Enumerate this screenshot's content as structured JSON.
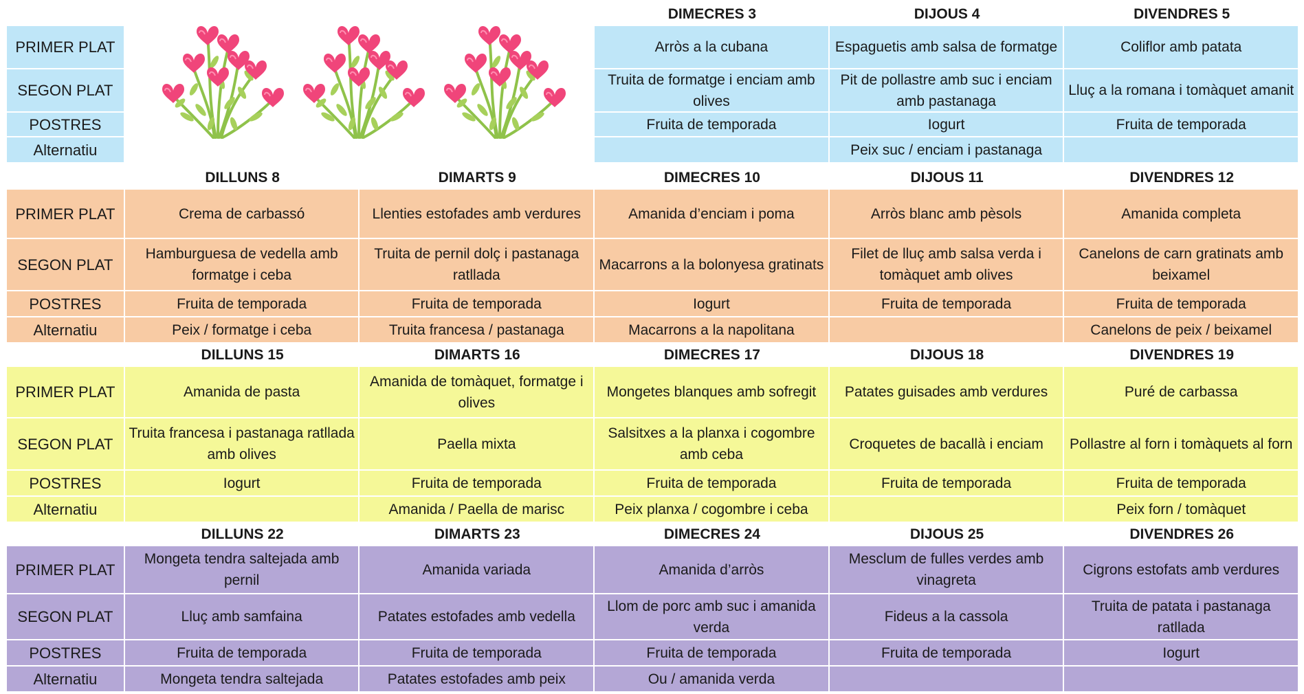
{
  "labels": {
    "primer": "PRIMER PLAT",
    "segon": "SEGON PLAT",
    "postres": "POSTRES",
    "alt": "Alternatiu"
  },
  "colors": {
    "week1": "#bfe6f8",
    "week2": "#f8cba4",
    "week3": "#f5f898",
    "week4": "#b4a7d6"
  },
  "weeks": [
    {
      "days": [
        {
          "day": "",
          "primer": "",
          "segon": "",
          "postres": "",
          "alt": ""
        },
        {
          "day": "",
          "primer": "",
          "segon": "",
          "postres": "",
          "alt": ""
        },
        {
          "day": "DIMECRES 3",
          "primer": "Arròs a la cubana",
          "segon": "Truita de formatge i enciam amb olives",
          "postres": "Fruita de temporada",
          "alt": ""
        },
        {
          "day": "DIJOUS 4",
          "primer": "Espaguetis amb salsa de formatge",
          "segon": "Pit de pollastre amb suc i enciam amb pastanaga",
          "postres": "Iogurt",
          "alt": "Peix suc / enciam i pastanaga"
        },
        {
          "day": "DIVENDRES 5",
          "primer": "Coliflor amb patata",
          "segon": "Lluç a la romana i tomàquet amanit",
          "postres": "Fruita de temporada",
          "alt": ""
        }
      ]
    },
    {
      "days": [
        {
          "day": "DILLUNS 8",
          "primer": "Crema de carbassó",
          "segon": "Hamburguesa de vedella amb formatge i ceba",
          "postres": "Fruita de temporada",
          "alt": "Peix / formatge i ceba"
        },
        {
          "day": "DIMARTS 9",
          "primer": "Llenties estofades amb verdures",
          "segon": "Truita de pernil dolç i pastanaga ratllada",
          "postres": "Fruita de temporada",
          "alt": "Truita francesa / pastanaga"
        },
        {
          "day": "DIMECRES 10",
          "primer": "Amanida d’enciam i poma",
          "segon": "Macarrons a la bolonyesa gratinats",
          "postres": "Iogurt",
          "alt": "Macarrons a la napolitana"
        },
        {
          "day": "DIJOUS 11",
          "primer": "Arròs blanc amb pèsols",
          "segon": "Filet de lluç amb salsa verda i tomàquet amb olives",
          "postres": "Fruita de temporada",
          "alt": ""
        },
        {
          "day": "DIVENDRES 12",
          "primer": "Amanida completa",
          "segon": "Canelons de carn gratinats amb beixamel",
          "postres": "Fruita de temporada",
          "alt": "Canelons de peix / beixamel"
        }
      ]
    },
    {
      "days": [
        {
          "day": "DILLUNS 15",
          "primer": "Amanida de pasta",
          "segon": "Truita francesa i pastanaga ratllada amb olives",
          "postres": "Iogurt",
          "alt": ""
        },
        {
          "day": "DIMARTS 16",
          "primer": "Amanida de tomàquet, formatge i olives",
          "segon": "Paella mixta",
          "postres": "Fruita de temporada",
          "alt": "Amanida / Paella de marisc"
        },
        {
          "day": "DIMECRES 17",
          "primer": "Mongetes blanques amb sofregit",
          "segon": "Salsitxes a la planxa i cogombre amb ceba",
          "postres": "Fruita de temporada",
          "alt": "Peix planxa / cogombre i ceba"
        },
        {
          "day": "DIJOUS 18",
          "primer": "Patates guisades amb verdures",
          "segon": "Croquetes de bacallà i enciam",
          "postres": "Fruita de temporada",
          "alt": ""
        },
        {
          "day": "DIVENDRES 19",
          "primer": "Puré de carbassa",
          "segon": "Pollastre al forn i tomàquets al forn",
          "postres": "Fruita de temporada",
          "alt": "Peix forn / tomàquet"
        }
      ]
    },
    {
      "days": [
        {
          "day": "DILLUNS 22",
          "primer": "Mongeta tendra saltejada amb pernil",
          "segon": "Lluç amb samfaina",
          "postres": "Fruita de temporada",
          "alt": "Mongeta tendra saltejada"
        },
        {
          "day": "DIMARTS 23",
          "primer": "Amanida variada",
          "segon": "Patates estofades amb vedella",
          "postres": "Fruita de temporada",
          "alt": "Patates estofades amb peix"
        },
        {
          "day": "DIMECRES 24",
          "primer": "Amanida d’arròs",
          "segon": "Llom de porc amb suc i amanida verda",
          "postres": "Fruita de temporada",
          "alt": "Ou / amanida verda"
        },
        {
          "day": "DIJOUS 25",
          "primer": "Mesclum de fulles verdes amb vinagreta",
          "segon": "Fideus a la cassola",
          "postres": "Fruita de temporada",
          "alt": ""
        },
        {
          "day": "DIVENDRES 26",
          "primer": "Cigrons estofats amb verdures",
          "segon": "Truita de patata i pastanaga ratllada",
          "postres": "Iogurt",
          "alt": ""
        }
      ]
    }
  ]
}
